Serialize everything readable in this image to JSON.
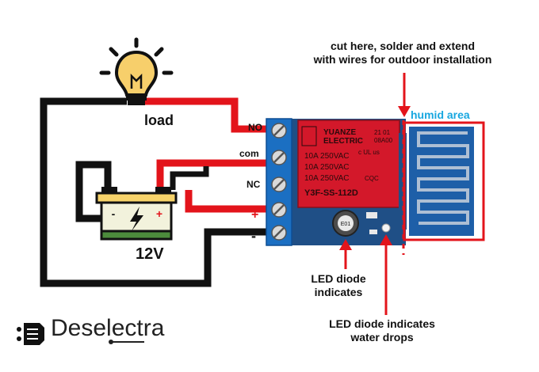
{
  "labels": {
    "load": "load",
    "battery_voltage": "12V",
    "no": "NO",
    "com": "com",
    "nc": "NC",
    "plus": "+",
    "minus": "-",
    "note_line1": "cut here, solder and extend",
    "note_line2": "with wires for outdoor installation",
    "humid_area": "humid area",
    "led1_line1": "LED diode",
    "led1_line2": "indicates",
    "led2_line1": "LED diode indicates",
    "led2_line2": "water drops"
  },
  "relay": {
    "brand_line1": "YUANZE",
    "brand_line2": "ELECTRIC",
    "code": "21 01",
    "code2": "08A00",
    "ul": "c UL us",
    "rating1": "10A 250VAC",
    "rating2": "10A 250VAC",
    "rating3": "10A 250VAC",
    "cqc": "CQC",
    "model": "Y3F-SS-112D"
  },
  "battery": {
    "minus": "-",
    "plus": "+"
  },
  "potentiometer": {
    "code": "E01"
  },
  "logo": {
    "name": "Deselectra"
  },
  "colors": {
    "wire_positive": "#e3141b",
    "wire_negative": "#111111",
    "humid_label": "#18a7e0",
    "relay_body": "#d3182a",
    "terminal_block": "#1b6fc2",
    "pcb": "#1f4f86",
    "sensor_pad": "#1e5fa8",
    "battery_body": "#f2f2dc",
    "battery_top": "#f7d36a",
    "bulb": "#f7cf6b"
  },
  "icons": [
    "bulb-icon",
    "battery-icon",
    "lightning-icon",
    "chip-logo-icon",
    "arrow-icon"
  ]
}
